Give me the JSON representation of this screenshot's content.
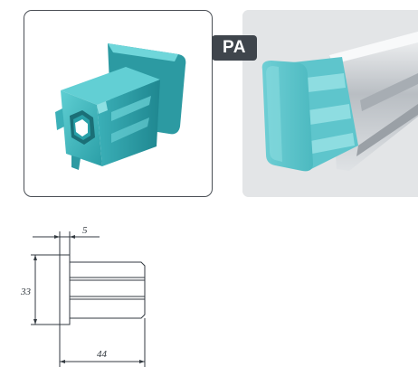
{
  "material_badge": {
    "label": "PA"
  },
  "drawing": {
    "width_dimension": "5",
    "height_dimension": "33",
    "length_dimension": "44"
  },
  "colors": {
    "product_teal": "#3fb6bd",
    "badge_background": "#3f454c",
    "card_border": "#4a4f55",
    "drawing_line": "#333a40"
  },
  "icons": [
    "end-cap-product-image",
    "aluminium-profile-photo",
    "technical-drawing"
  ]
}
